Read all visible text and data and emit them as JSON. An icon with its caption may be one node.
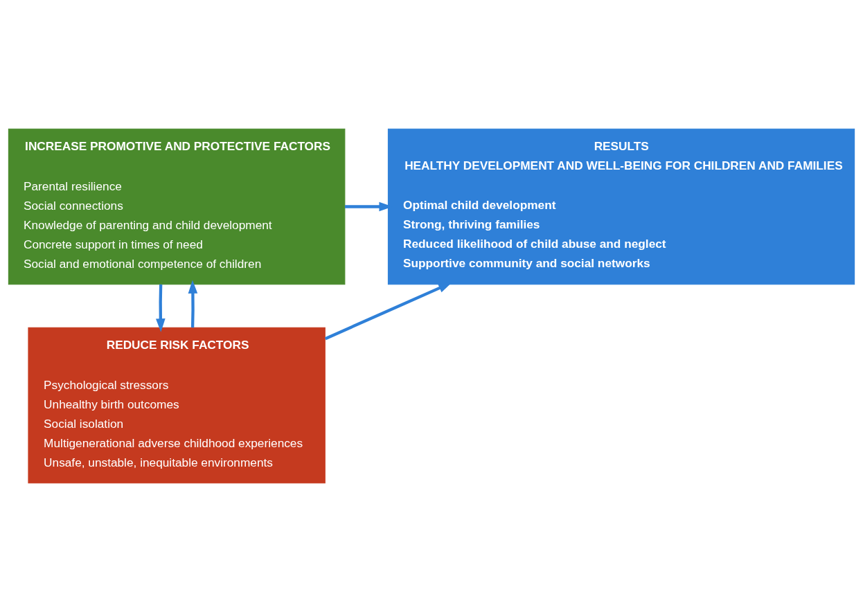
{
  "diagram": {
    "nodes": [
      {
        "text": [
          "INCREASE PROMOTIVE AND PROTECTIVE FACTORS",
          "Parental resilience",
          "Social connections",
          "Knowledge of parenting and child development",
          "Concrete support in times of need",
          "Social and emotional competence of children"
        ]
      },
      {
        "text": [
          "REDUCE RISK FACTORS",
          "Psychological stressors",
          "Unhealthy birth outcomes",
          "Social isolation",
          "Multigenerational adverse childhood experiences",
          "Unsafe, unstable, inequitable environments"
        ]
      },
      {
        "text": [
          "RESULTS",
          "HEALTHY DEVELOPMENT AND WELL-BEING FOR CHILDREN AND FAMILIES",
          "Optimal child development",
          "Strong, thriving families",
          "Reduced likelihood of child abuse and neglect",
          "Supportive community and social networks"
        ]
      }
    ],
    "edges": [
      {
        "from": 0,
        "to": 1,
        "arrow": "to"
      },
      {
        "from": 1,
        "to": 0,
        "arrow": "to"
      },
      {
        "from": 0,
        "to": 2,
        "arrow": "to"
      },
      {
        "from": 1,
        "to": 2,
        "arrow": "to"
      }
    ]
  }
}
